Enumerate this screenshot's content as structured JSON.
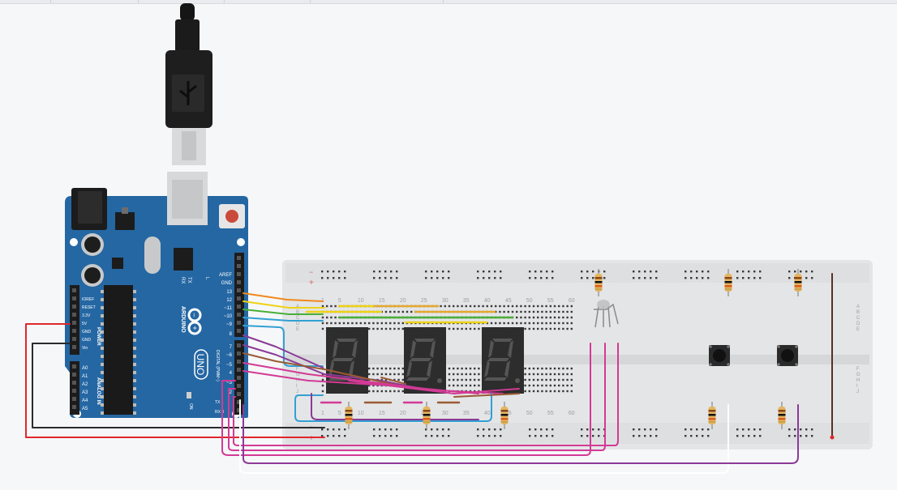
{
  "arduino": {
    "logo": "ARDUINO",
    "model": "UNO",
    "on_label": "ON",
    "rx_label": "RX",
    "tx_label": "TX",
    "l_label": "L",
    "digital_label": "DIGITAL (PWM~)",
    "power_label": "POWER",
    "analog_label": "ANALOG IN",
    "tx_pin": "TX 1",
    "rx_pin": "RX 0",
    "digital_pins": [
      "AREF",
      "GND",
      "13",
      "12",
      "~11",
      "~10",
      "~9",
      "8",
      "7",
      "~6",
      "~5",
      "4",
      "~3",
      "2"
    ],
    "power_pins": [
      "IOREF",
      "RESET",
      "3.3V",
      "5V",
      "GND",
      "GND",
      "Vin"
    ],
    "analog_pins": [
      "A0",
      "A1",
      "A2",
      "A3",
      "A4",
      "A5"
    ]
  },
  "breadboard": {
    "column_numbers": [
      "1",
      "5",
      "10",
      "15",
      "20",
      "25",
      "30",
      "35",
      "40",
      "45",
      "50",
      "55",
      "60"
    ],
    "rows_top": [
      "A",
      "B",
      "C",
      "D",
      "E"
    ],
    "rows_bottom": [
      "F",
      "G",
      "H",
      "I",
      "J"
    ],
    "rail_plus": "+",
    "rail_minus": "−"
  },
  "display_count": 3,
  "colors": {
    "pcb": "#2467a3",
    "breadboard": "#e4e5e6",
    "wire_red": "#e0262b",
    "wire_black": "#2b2b2b",
    "wire_orange": "#f0891e",
    "wire_yellow": "#eed215",
    "wire_green": "#4aae3a",
    "wire_cyan": "#33a0d4",
    "wire_purple": "#8b3a96",
    "wire_magenta": "#d23a95",
    "wire_brown": "#9a5a34",
    "wire_white": "#ffffff"
  }
}
